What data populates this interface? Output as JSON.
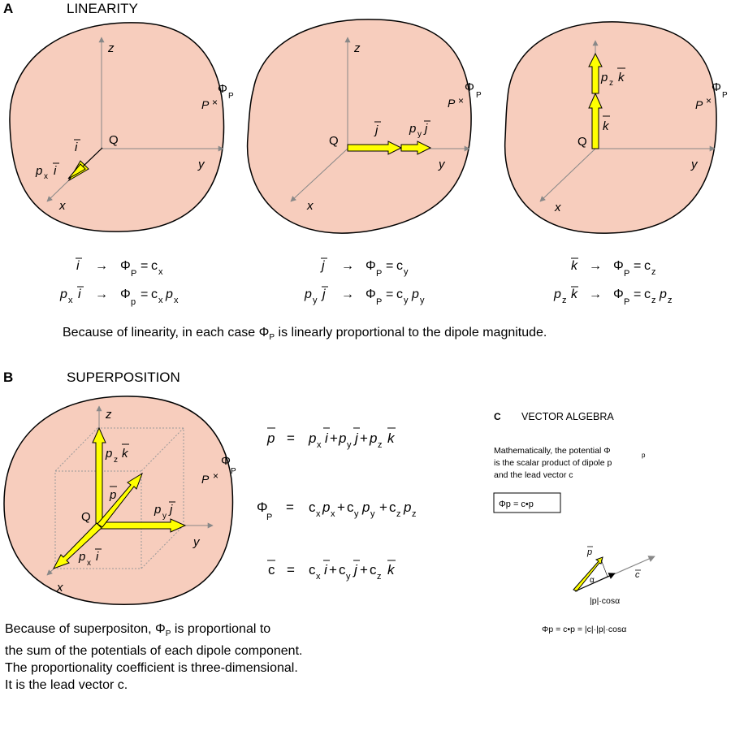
{
  "section_a": {
    "letter": "A",
    "title": "LINEARITY",
    "summary": "Because of linearity, in each case Φ",
    "summary_sub": "P",
    "summary_end": " is linearly proportional to the dipole magnitude.",
    "panels": [
      {
        "unit": "i",
        "scaled": "p",
        "scaled_sub": "x",
        "c_sub": "x",
        "p_sub": "x"
      },
      {
        "unit": "j",
        "scaled": "p",
        "scaled_sub": "y",
        "c_sub": "y",
        "p_sub": "y"
      },
      {
        "unit": "k",
        "scaled": "p",
        "scaled_sub": "z",
        "c_sub": "z",
        "p_sub": "z"
      }
    ],
    "axis_labels": {
      "x": "x",
      "y": "y",
      "z": "z",
      "origin": "Q",
      "point": "P",
      "phi": "Φ",
      "phi_sub": "P"
    }
  },
  "section_b": {
    "letter": "B",
    "title": "SUPERPOSITION",
    "equations": {
      "p_eq": "p  =  p",
      "phi_eq": "Φ",
      "c_eq": "c  =  c"
    },
    "text_lines": [
      "Because of superpositon, Φ",
      "the sum of the potentials of each dipole component.",
      "The proportionality coefficient is three-dimensional.",
      "It is the lead vector  c."
    ],
    "text_line1_sub": "P",
    "text_line1_end": " is proportional to"
  },
  "section_c": {
    "letter": "C",
    "title": "VECTOR ALGEBRA",
    "lines": [
      "Mathematically, the potential Φ",
      "is the scalar product of dipole  p",
      "and the lead vector  c"
    ],
    "box_formula": "Φp  =  c•p",
    "cos_label": "|p|·cosα",
    "alpha": "α",
    "final_formula": "Φp  =  c•p  =  |c|·|p|·cosα"
  },
  "colors": {
    "blob_fill": "#f7cdbd",
    "blob_stroke": "#000000",
    "axis": "#888888",
    "arrow_fill": "#ffff00",
    "arrow_stroke": "#000000"
  }
}
